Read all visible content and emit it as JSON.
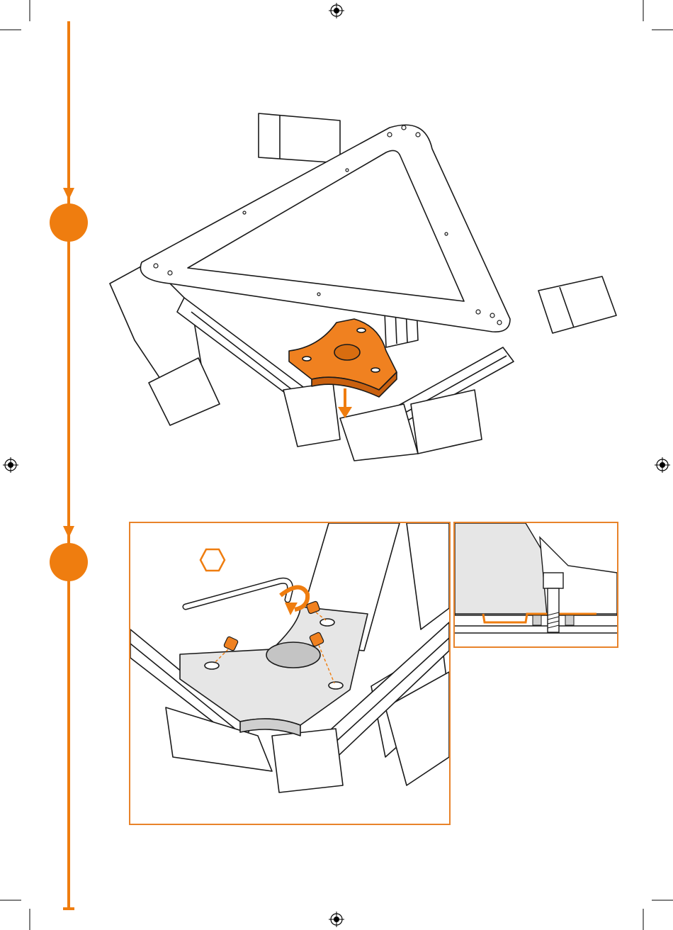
{
  "colors": {
    "accent": "#ef7d0f",
    "accent_line": "#e8832a",
    "line_dark": "#1a1a1a",
    "part_gray": "#e6e6e6",
    "part_orange": "#f08120"
  },
  "steps": [
    {
      "marker": "step-circle",
      "illustration": "printer-frame-top-view"
    },
    {
      "marker": "step-circle",
      "illustration": "hex-key-screw-detail"
    }
  ],
  "icons": {
    "hex_key": "hexagon-icon",
    "registration": "crosshair-registration-icon",
    "rotate": "rotation-arrow-icon",
    "down_arrow": "down-arrow-icon"
  }
}
